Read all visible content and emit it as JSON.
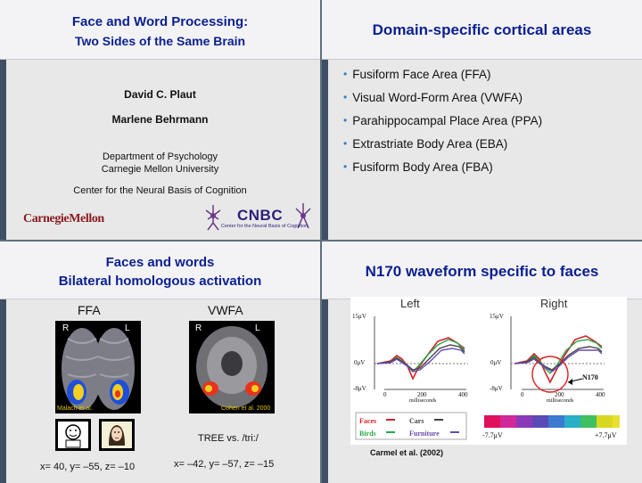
{
  "slide1": {
    "title_line1": "Face and Word Processing:",
    "title_line2": "Two Sides of the Same Brain",
    "author1": "David C. Plaut",
    "author2": "Marlene Behrmann",
    "dept_line1": "Department of Psychology",
    "dept_line2": "Carnegie Mellon University",
    "center": "Center for the Neural Basis of Cognition",
    "logo_cmu": "CarnegieMellon",
    "logo_cnbc": "CNBC",
    "logo_cnbc_sub": "Center for the Neural Basis of Cognition"
  },
  "slide2": {
    "title": "Domain-specific cortical areas",
    "bullets": [
      "Fusiform Face Area (FFA)",
      "Visual Word-Form Area (VWFA)",
      "Parahippocampal Place Area (PPA)",
      "Extrastriate Body Area (EBA)",
      "Fusiform Body Area (FBA)"
    ]
  },
  "slide3": {
    "title_line1": "Faces and words",
    "title_line2": "Bilateral homologous activation",
    "ffa_label": "FFA",
    "vwfa_label": "VWFA",
    "left_R": "R",
    "left_L": "L",
    "right_R": "R",
    "right_L": "L",
    "left_citation": "Malach et al.",
    "right_citation": "Cohen et al. 2000",
    "tree_text": "TREE vs. /tri:/",
    "left_coords": "x= 40, y= –55, z= –10",
    "right_coords": "x= –42, y= –57, z= –15"
  },
  "slide4": {
    "title": "N170 waveform specific to faces",
    "left_label": "Left",
    "right_label": "Right",
    "y_top": "15μV",
    "y_mid": "0μV",
    "y_bot": "-8μV",
    "x_ticks": [
      "0",
      "200",
      "400"
    ],
    "x_unit": "milliseconds",
    "n170_label": "N170",
    "legend": [
      {
        "label": "Faces",
        "color": "#d8202a"
      },
      {
        "label": "Cars",
        "color": "#444444"
      },
      {
        "label": "Birds",
        "color": "#2aa84a"
      },
      {
        "label": "Furniture",
        "color": "#6a4ab0"
      }
    ],
    "scale_min": "-7.7μV",
    "scale_max": "+7.7μV",
    "citation": "Carmel et al. (2002)"
  }
}
